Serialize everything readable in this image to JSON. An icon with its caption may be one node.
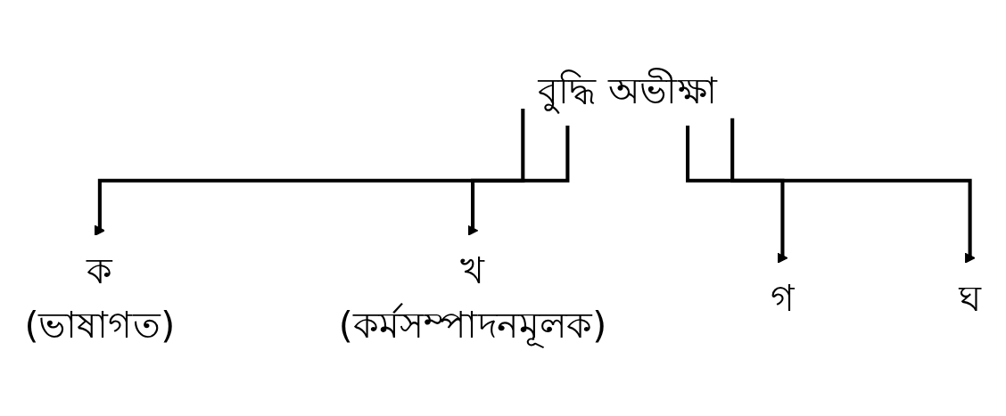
{
  "diagram": {
    "nodes": [
      {
        "text": [
          "বুদ্ধি অভীক্ষা"
        ]
      },
      {
        "text": [
          "ক",
          "(ভাষাগত)"
        ]
      },
      {
        "text": [
          "খ",
          "(কর্মসম্পাদনমূলক)"
        ]
      },
      {
        "text": [
          "গ"
        ]
      },
      {
        "text": [
          "ঘ"
        ]
      }
    ],
    "edges": [
      {
        "from": 0,
        "to": 1,
        "arrow": "to"
      },
      {
        "from": 0,
        "to": 2,
        "arrow": "to"
      },
      {
        "from": 0,
        "to": 3,
        "arrow": "to"
      },
      {
        "from": 0,
        "to": 4,
        "arrow": "to"
      }
    ]
  }
}
